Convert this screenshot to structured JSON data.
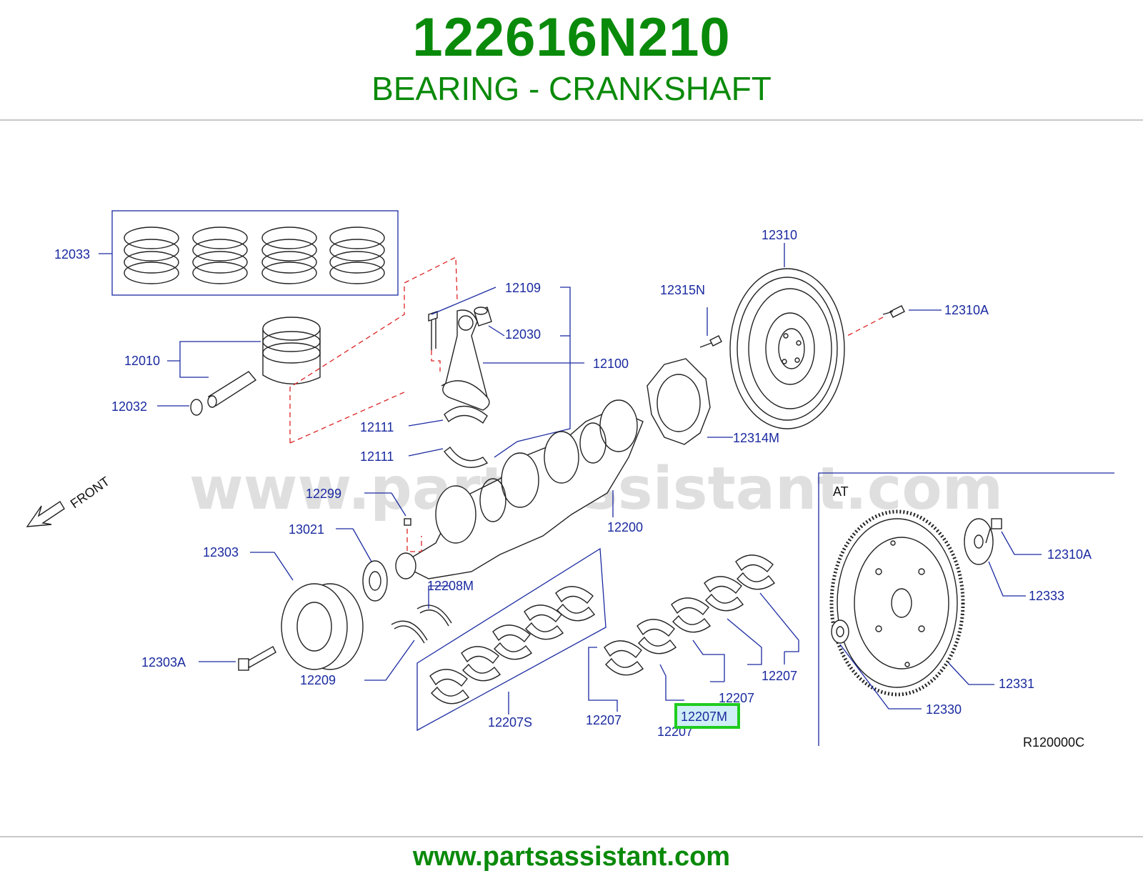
{
  "header": {
    "part_number": "122616N210",
    "part_name": "BEARING - CRANKSHAFT"
  },
  "footer": {
    "url": "www.partsassistant.com"
  },
  "diagram": {
    "watermark": "www.partsassistant.com",
    "front_label": "FRONT",
    "at_label": "AT",
    "ref_code": "R120000C",
    "highlight_color": "#1fcc1f",
    "callouts": {
      "c12033": "12033",
      "c12010": "12010",
      "c12032": "12032",
      "c12109": "12109",
      "c12030": "12030",
      "c12100": "12100",
      "c12111a": "12111",
      "c12111b": "12111",
      "c12310": "12310",
      "c12315n": "12315N",
      "c12310a": "12310A",
      "c12314m": "12314M",
      "c12299": "12299",
      "c13021": "13021",
      "c12200": "12200",
      "c12303": "12303",
      "c12208m": "12208M",
      "c12303a": "12303A",
      "c12209": "12209",
      "c12207s": "12207S",
      "c12207a": "12207",
      "c12207b": "12207",
      "c12207c": "12207",
      "c12207d": "12207",
      "c12207m": "12207M",
      "c12310a_at": "12310A",
      "c12333": "12333",
      "c12331": "12331",
      "c12330": "12330"
    }
  }
}
